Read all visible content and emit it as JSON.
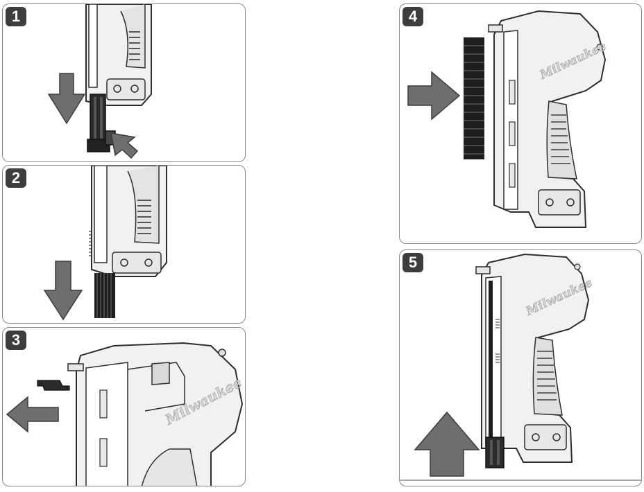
{
  "steps": [
    {
      "number": "1"
    },
    {
      "number": "2"
    },
    {
      "number": "3"
    },
    {
      "number": "4"
    },
    {
      "number": "5"
    }
  ],
  "brand": {
    "logo_text": "Milwaukee"
  },
  "colors": {
    "arrow": "#6e6e6e",
    "arrow_stroke": "#3c3c3c",
    "tool_body": "#f1f1f1",
    "tool_outline": "#2d2d2d",
    "grip": "#bdbdbd",
    "staples": "#1e1e1e",
    "panel_border": "#8a8a8a",
    "badge": "#3d3d3d"
  }
}
